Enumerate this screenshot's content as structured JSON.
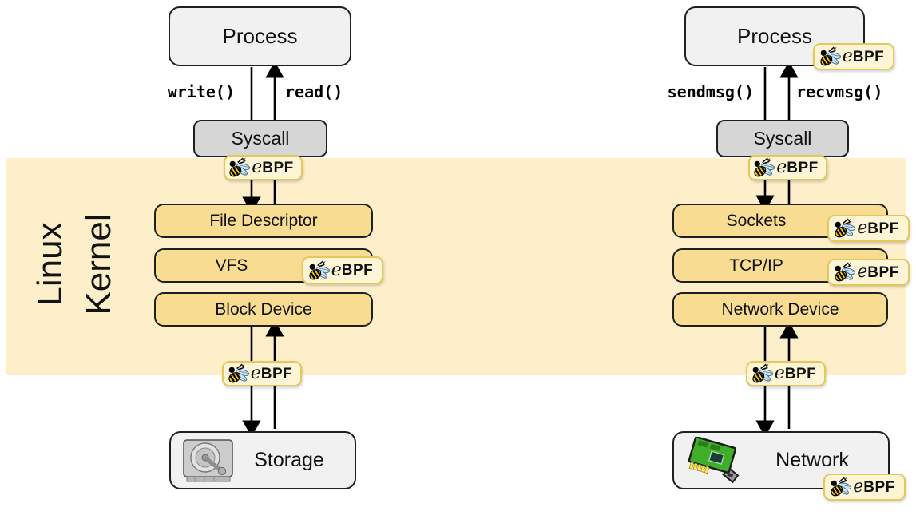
{
  "title": "eBPF Linux kernel hooks diagram",
  "kernel_label": {
    "line1": "Linux",
    "line2": "Kernel"
  },
  "ebpf": {
    "e": "e",
    "bpf": "BPF"
  },
  "left": {
    "process": "Process",
    "syscall": "Syscall",
    "call_down": "write()",
    "call_up": "read()",
    "layers": [
      "File Descriptor",
      "VFS",
      "Block Device"
    ],
    "endpoint": "Storage"
  },
  "right": {
    "process": "Process",
    "syscall": "Syscall",
    "call_down": "sendmsg()",
    "call_up": "recvmsg()",
    "layers": [
      "Sockets",
      "TCP/IP",
      "Network Device"
    ],
    "endpoint": "Network"
  },
  "icons": {
    "badge_icon": "ebpf-bee-icon",
    "storage_icon": "hard-disk-icon",
    "network_icon": "network-card-icon"
  },
  "colors": {
    "kernel_band": "#fcefca",
    "kernel_box": "#f8dc92",
    "process_box": "#f1f1f1",
    "syscall_box": "#d6d6d6",
    "badge_bg": "#fdf5d6",
    "badge_border": "#e6c75c",
    "arrow": "#000000"
  }
}
